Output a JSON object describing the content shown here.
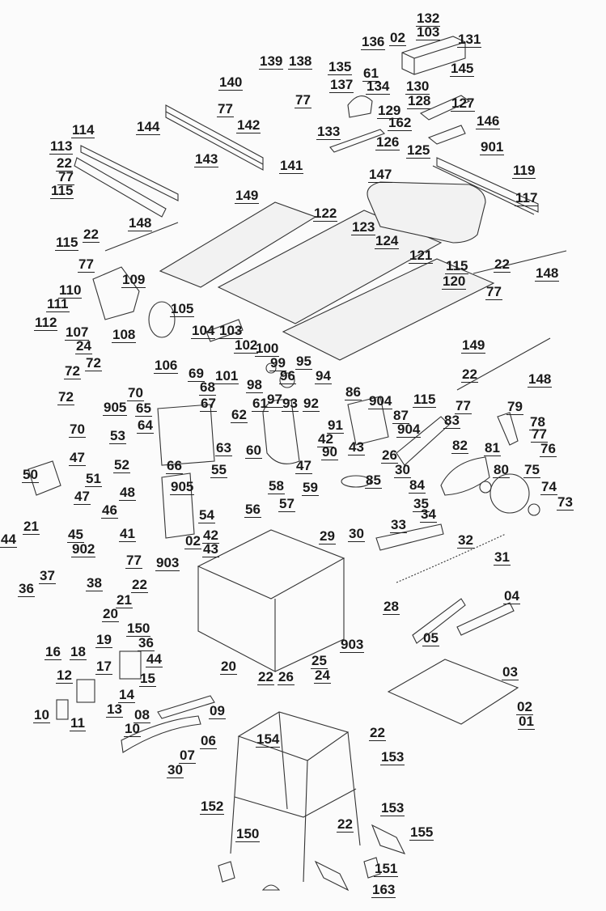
{
  "diagram": {
    "title": "Table saw exploded parts diagram",
    "background": "#fbfbfb",
    "line_color": "#333333",
    "labels": [
      {
        "id": "l132",
        "text": "132"
      },
      {
        "id": "l02a",
        "text": "02"
      },
      {
        "id": "l103a",
        "text": "103"
      },
      {
        "id": "l131",
        "text": "131"
      },
      {
        "id": "l136",
        "text": "136"
      },
      {
        "id": "l139",
        "text": "139"
      },
      {
        "id": "l138",
        "text": "138"
      },
      {
        "id": "l135",
        "text": "135"
      },
      {
        "id": "l61a",
        "text": "61"
      },
      {
        "id": "l145",
        "text": "145"
      },
      {
        "id": "l140",
        "text": "140"
      },
      {
        "id": "l137",
        "text": "137"
      },
      {
        "id": "l134",
        "text": "134"
      },
      {
        "id": "l130",
        "text": "130"
      },
      {
        "id": "l77a",
        "text": "77"
      },
      {
        "id": "l77b",
        "text": "77"
      },
      {
        "id": "l129",
        "text": "129"
      },
      {
        "id": "l128",
        "text": "128"
      },
      {
        "id": "l127",
        "text": "127"
      },
      {
        "id": "l162",
        "text": "162"
      },
      {
        "id": "l146",
        "text": "146"
      },
      {
        "id": "l144",
        "text": "144"
      },
      {
        "id": "l142",
        "text": "142"
      },
      {
        "id": "l114",
        "text": "114"
      },
      {
        "id": "l133",
        "text": "133"
      },
      {
        "id": "l126",
        "text": "126"
      },
      {
        "id": "l125",
        "text": "125"
      },
      {
        "id": "l901",
        "text": "901"
      },
      {
        "id": "l113",
        "text": "113"
      },
      {
        "id": "l143",
        "text": "143"
      },
      {
        "id": "l22a",
        "text": "22"
      },
      {
        "id": "l77c",
        "text": "77"
      },
      {
        "id": "l115a",
        "text": "115"
      },
      {
        "id": "l141",
        "text": "141"
      },
      {
        "id": "l119",
        "text": "119"
      },
      {
        "id": "l147",
        "text": "147"
      },
      {
        "id": "l149a",
        "text": "149"
      },
      {
        "id": "l117",
        "text": "117"
      },
      {
        "id": "l122",
        "text": "122"
      },
      {
        "id": "l123",
        "text": "123"
      },
      {
        "id": "l148a",
        "text": "148"
      },
      {
        "id": "l124",
        "text": "124"
      },
      {
        "id": "l115b",
        "text": "115"
      },
      {
        "id": "l22b",
        "text": "22"
      },
      {
        "id": "l77d",
        "text": "77"
      },
      {
        "id": "l121",
        "text": "121"
      },
      {
        "id": "l115c",
        "text": "115"
      },
      {
        "id": "l22c",
        "text": "22"
      },
      {
        "id": "l120",
        "text": "120"
      },
      {
        "id": "l77e",
        "text": "77"
      },
      {
        "id": "l148b",
        "text": "148"
      },
      {
        "id": "l109",
        "text": "109"
      },
      {
        "id": "l110",
        "text": "110"
      },
      {
        "id": "l111",
        "text": "111"
      },
      {
        "id": "l105",
        "text": "105"
      },
      {
        "id": "l112",
        "text": "112"
      },
      {
        "id": "l107",
        "text": "107"
      },
      {
        "id": "l108",
        "text": "108"
      },
      {
        "id": "l24a",
        "text": "24"
      },
      {
        "id": "l104",
        "text": "104"
      },
      {
        "id": "l103b",
        "text": "103"
      },
      {
        "id": "l102",
        "text": "102"
      },
      {
        "id": "l100",
        "text": "100"
      },
      {
        "id": "l149b",
        "text": "149"
      },
      {
        "id": "l106",
        "text": "106"
      },
      {
        "id": "l99",
        "text": "99"
      },
      {
        "id": "l95",
        "text": "95"
      },
      {
        "id": "l72a",
        "text": "72"
      },
      {
        "id": "l72b",
        "text": "72"
      },
      {
        "id": "l69",
        "text": "69"
      },
      {
        "id": "l101",
        "text": "101"
      },
      {
        "id": "l96",
        "text": "96"
      },
      {
        "id": "l94",
        "text": "94"
      },
      {
        "id": "l98",
        "text": "98"
      },
      {
        "id": "l68",
        "text": "68"
      },
      {
        "id": "l97",
        "text": "97"
      },
      {
        "id": "l148c",
        "text": "148"
      },
      {
        "id": "l22d",
        "text": "22"
      },
      {
        "id": "l70a",
        "text": "70"
      },
      {
        "id": "l72c",
        "text": "72"
      },
      {
        "id": "l67",
        "text": "67"
      },
      {
        "id": "l86",
        "text": "86"
      },
      {
        "id": "l905a",
        "text": "905"
      },
      {
        "id": "l65",
        "text": "65"
      },
      {
        "id": "l61b",
        "text": "61"
      },
      {
        "id": "l93",
        "text": "93"
      },
      {
        "id": "l92",
        "text": "92"
      },
      {
        "id": "l904a",
        "text": "904"
      },
      {
        "id": "l115d",
        "text": "115"
      },
      {
        "id": "l77f",
        "text": "77"
      },
      {
        "id": "l79",
        "text": "79"
      },
      {
        "id": "l62",
        "text": "62"
      },
      {
        "id": "l70b",
        "text": "70"
      },
      {
        "id": "l64",
        "text": "64"
      },
      {
        "id": "l91",
        "text": "91"
      },
      {
        "id": "l87",
        "text": "87"
      },
      {
        "id": "l83",
        "text": "83"
      },
      {
        "id": "l78",
        "text": "78"
      },
      {
        "id": "l53",
        "text": "53"
      },
      {
        "id": "l42a",
        "text": "42"
      },
      {
        "id": "l904b",
        "text": "904"
      },
      {
        "id": "l77g",
        "text": "77"
      },
      {
        "id": "l76",
        "text": "76"
      },
      {
        "id": "l63",
        "text": "63"
      },
      {
        "id": "l60",
        "text": "60"
      },
      {
        "id": "l90",
        "text": "90"
      },
      {
        "id": "l43a",
        "text": "43"
      },
      {
        "id": "l26a",
        "text": "26"
      },
      {
        "id": "l82",
        "text": "82"
      },
      {
        "id": "l81",
        "text": "81"
      },
      {
        "id": "l66",
        "text": "66"
      },
      {
        "id": "l47a",
        "text": "47"
      },
      {
        "id": "l52",
        "text": "52"
      },
      {
        "id": "l30a",
        "text": "30"
      },
      {
        "id": "l80",
        "text": "80"
      },
      {
        "id": "l75",
        "text": "75"
      },
      {
        "id": "l50",
        "text": "50"
      },
      {
        "id": "l51",
        "text": "51"
      },
      {
        "id": "l47b",
        "text": "47"
      },
      {
        "id": "l905b",
        "text": "905"
      },
      {
        "id": "l55",
        "text": "55"
      },
      {
        "id": "l58",
        "text": "58"
      },
      {
        "id": "l59",
        "text": "59"
      },
      {
        "id": "l85",
        "text": "85"
      },
      {
        "id": "l84",
        "text": "84"
      },
      {
        "id": "l74",
        "text": "74"
      },
      {
        "id": "l48",
        "text": "48"
      },
      {
        "id": "l47c",
        "text": "47"
      },
      {
        "id": "l46",
        "text": "46"
      },
      {
        "id": "l56",
        "text": "56"
      },
      {
        "id": "l57",
        "text": "57"
      },
      {
        "id": "l54",
        "text": "54"
      },
      {
        "id": "l35",
        "text": "35"
      },
      {
        "id": "l73",
        "text": "73"
      },
      {
        "id": "l34",
        "text": "34"
      },
      {
        "id": "l21a",
        "text": "21"
      },
      {
        "id": "l33",
        "text": "33"
      },
      {
        "id": "l45",
        "text": "45"
      },
      {
        "id": "l44a",
        "text": "44"
      },
      {
        "id": "l02b",
        "text": "02"
      },
      {
        "id": "l42b",
        "text": "42"
      },
      {
        "id": "l43b",
        "text": "43"
      },
      {
        "id": "l29",
        "text": "29"
      },
      {
        "id": "l30b",
        "text": "30"
      },
      {
        "id": "l32",
        "text": "32"
      },
      {
        "id": "l41",
        "text": "41"
      },
      {
        "id": "l902",
        "text": "902"
      },
      {
        "id": "l77h",
        "text": "77"
      },
      {
        "id": "l31",
        "text": "31"
      },
      {
        "id": "l903a",
        "text": "903"
      },
      {
        "id": "l37",
        "text": "37"
      },
      {
        "id": "l38",
        "text": "38"
      },
      {
        "id": "l36a",
        "text": "36"
      },
      {
        "id": "l22e",
        "text": "22"
      },
      {
        "id": "l04",
        "text": "04"
      },
      {
        "id": "l21b",
        "text": "21"
      },
      {
        "id": "l28",
        "text": "28"
      },
      {
        "id": "l20a",
        "text": "20"
      },
      {
        "id": "l19",
        "text": "19"
      },
      {
        "id": "l150a",
        "text": "150"
      },
      {
        "id": "l05",
        "text": "05"
      },
      {
        "id": "l903b",
        "text": "903"
      },
      {
        "id": "l16",
        "text": "16"
      },
      {
        "id": "l18",
        "text": "18"
      },
      {
        "id": "l36b",
        "text": "36"
      },
      {
        "id": "l44b",
        "text": "44"
      },
      {
        "id": "l25",
        "text": "25"
      },
      {
        "id": "l17",
        "text": "17"
      },
      {
        "id": "l20b",
        "text": "20"
      },
      {
        "id": "l22f",
        "text": "22"
      },
      {
        "id": "l26b",
        "text": "26"
      },
      {
        "id": "l24b",
        "text": "24"
      },
      {
        "id": "l15",
        "text": "15"
      },
      {
        "id": "l12",
        "text": "12"
      },
      {
        "id": "l14",
        "text": "14"
      },
      {
        "id": "l03",
        "text": "03"
      },
      {
        "id": "l13",
        "text": "13"
      },
      {
        "id": "l08",
        "text": "08"
      },
      {
        "id": "l09",
        "text": "09"
      },
      {
        "id": "l10a",
        "text": "10"
      },
      {
        "id": "l11",
        "text": "11"
      },
      {
        "id": "l02c",
        "text": "02"
      },
      {
        "id": "l01",
        "text": "01"
      },
      {
        "id": "l10b",
        "text": "10"
      },
      {
        "id": "l06",
        "text": "06"
      },
      {
        "id": "l154",
        "text": "154"
      },
      {
        "id": "l22g",
        "text": "22"
      },
      {
        "id": "l153a",
        "text": "153"
      },
      {
        "id": "l07",
        "text": "07"
      },
      {
        "id": "l30c",
        "text": "30"
      },
      {
        "id": "l152",
        "text": "152"
      },
      {
        "id": "l153b",
        "text": "153"
      },
      {
        "id": "l22h",
        "text": "22"
      },
      {
        "id": "l155",
        "text": "155"
      },
      {
        "id": "l150b",
        "text": "150"
      },
      {
        "id": "l151",
        "text": "151"
      },
      {
        "id": "l163",
        "text": "163"
      }
    ]
  }
}
